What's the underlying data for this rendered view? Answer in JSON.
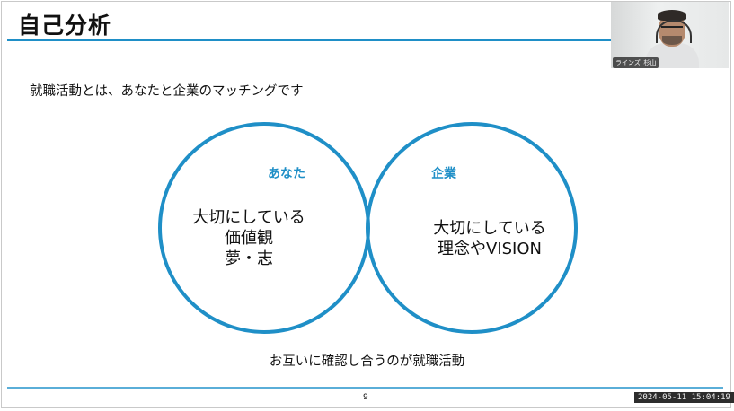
{
  "slide": {
    "title": "自己分析",
    "subtitle": "就職活動とは、あなたと企業のマッチングです",
    "conclusion": "お互いに確認し合うのが就職活動",
    "page_number": "9"
  },
  "venn": {
    "left": {
      "label": "あなた",
      "lines": [
        "大切にしている",
        "価値観",
        "夢・志"
      ]
    },
    "right": {
      "label": "企業",
      "lines": [
        "大切にしている",
        "理念やVISION"
      ]
    },
    "colors": {
      "stroke": "#1f8fc7",
      "overlap": "#0d8dc8",
      "label": "#1f8fc7"
    }
  },
  "video": {
    "participant_name": "ラインズ_杉山"
  },
  "recording": {
    "timestamp": "2024-05-11 15:04:19"
  },
  "colors": {
    "accent": "#1f8fc7",
    "text": "#111111",
    "background": "#ffffff"
  }
}
